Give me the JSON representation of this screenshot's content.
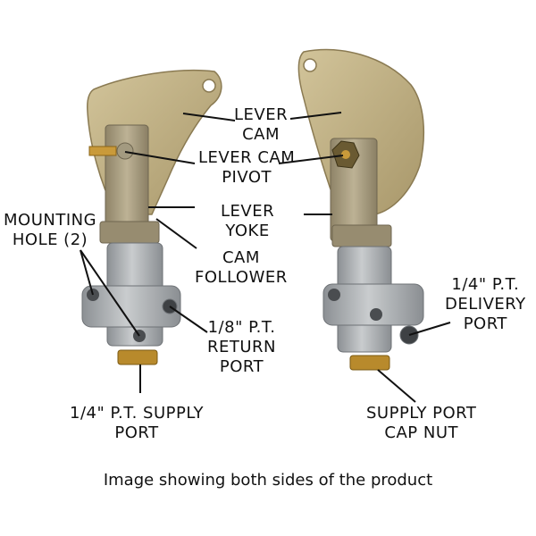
{
  "labels": {
    "lever_cam": [
      "LEVER",
      "CAM"
    ],
    "lever_cam_pivot": [
      "LEVER CAM",
      "PIVOT"
    ],
    "lever_yoke": [
      "LEVER",
      "YOKE"
    ],
    "cam_follower": [
      "CAM",
      "FOLLOWER"
    ],
    "mounting_hole": [
      "MOUNTING",
      "HOLE (2)"
    ],
    "return_port": [
      "1/8\" P.T.",
      "RETURN",
      "PORT"
    ],
    "supply_port": [
      "1/4\" P.T. SUPPLY",
      "PORT"
    ],
    "delivery_port": [
      "1/4\" P.T.",
      "DELIVERY",
      "PORT"
    ],
    "supply_cap_nut": [
      "SUPPLY PORT",
      "CAP NUT"
    ]
  },
  "caption": "Image showing both sides of the product",
  "colors": {
    "cam_plate": "#b8a87a",
    "cam_edge": "#8a7a52",
    "yoke": "#a79c80",
    "valve_body": "#a9adb0",
    "valve_dark": "#7d8185",
    "brass": "#b88a2c"
  }
}
